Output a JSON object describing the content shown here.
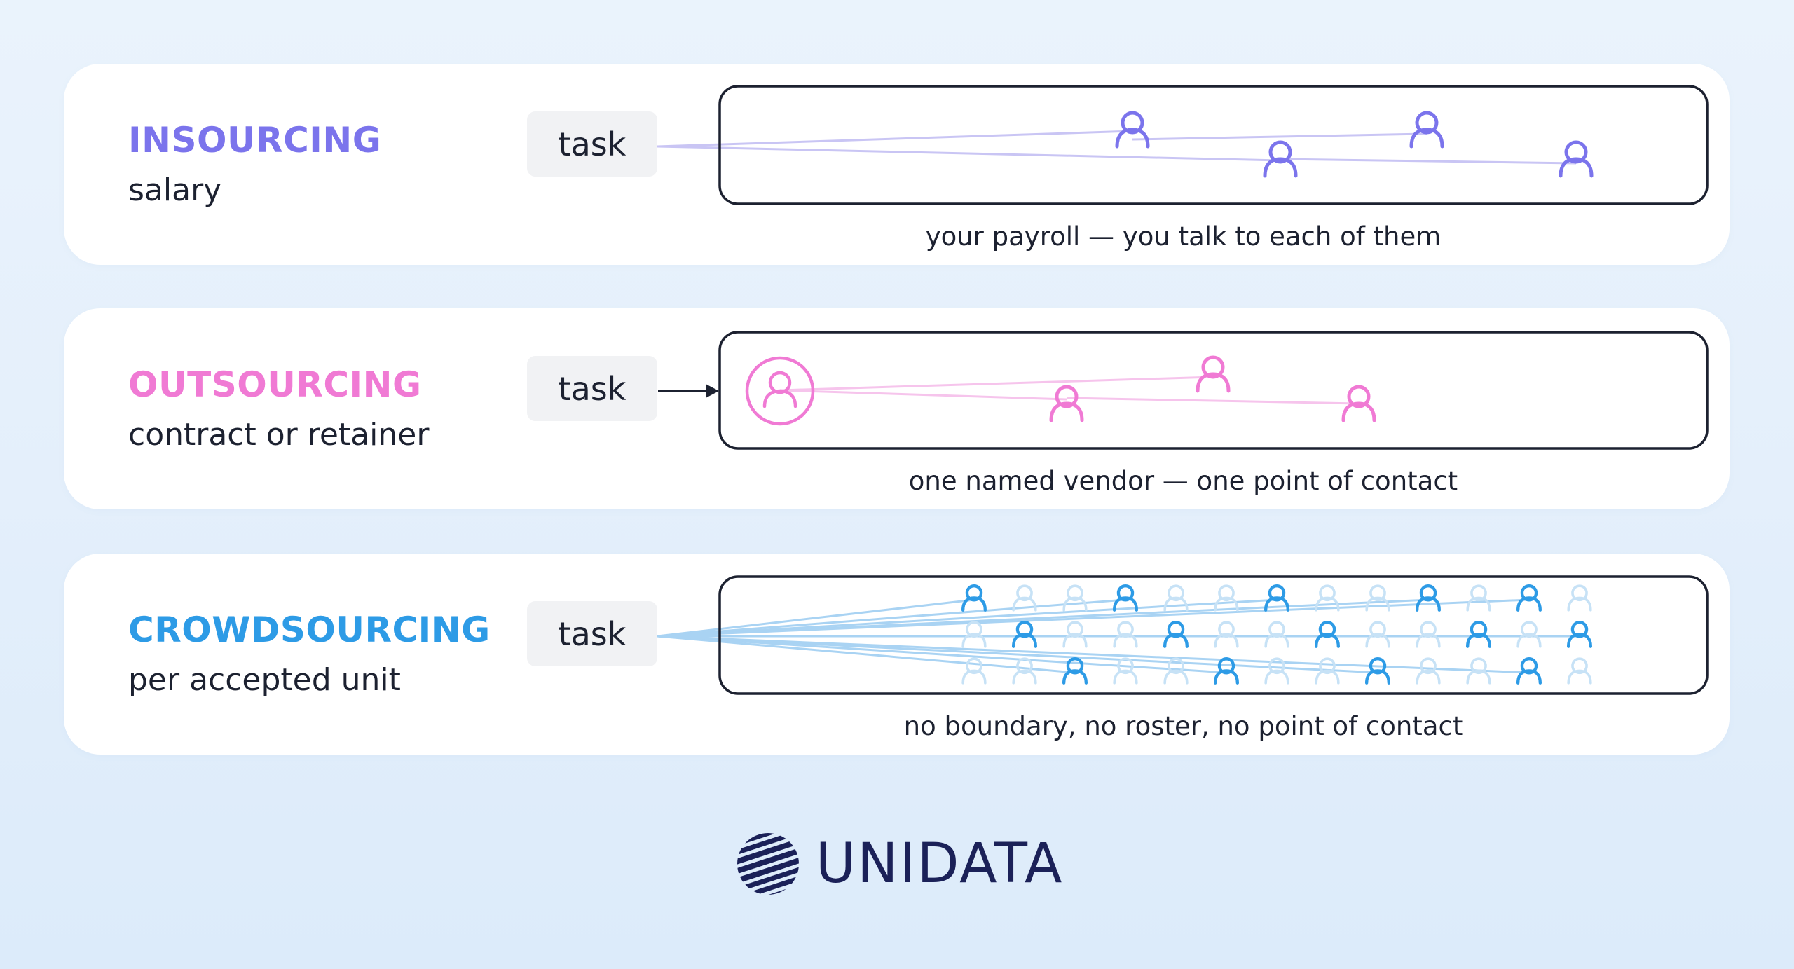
{
  "rows": [
    {
      "title": "INSOURCING",
      "subtitle": "salary",
      "task_label": "task",
      "caption": "your payroll — you talk to each of them",
      "color": "#7b74ec",
      "line_color": "#c9c5f4"
    },
    {
      "title": "OUTSOURCING",
      "subtitle": "contract or retainer",
      "task_label": "task",
      "caption": "one named vendor — one point of contact",
      "color": "#f07ad4",
      "line_color": "#f6c4ec"
    },
    {
      "title": "CROWDSOURCING",
      "subtitle": "per accepted unit",
      "task_label": "task",
      "caption": "no boundary, no roster, no point of contact",
      "color": "#2d9be6",
      "line_color": "#a9d3f3"
    }
  ],
  "icons": {
    "person": "person-icon",
    "vendor": "vendor-circle-icon",
    "arrow": "arrow-right-icon",
    "globe": "striped-globe-icon"
  },
  "logo": {
    "text": "UNIDATA",
    "color": "#1b2158"
  }
}
